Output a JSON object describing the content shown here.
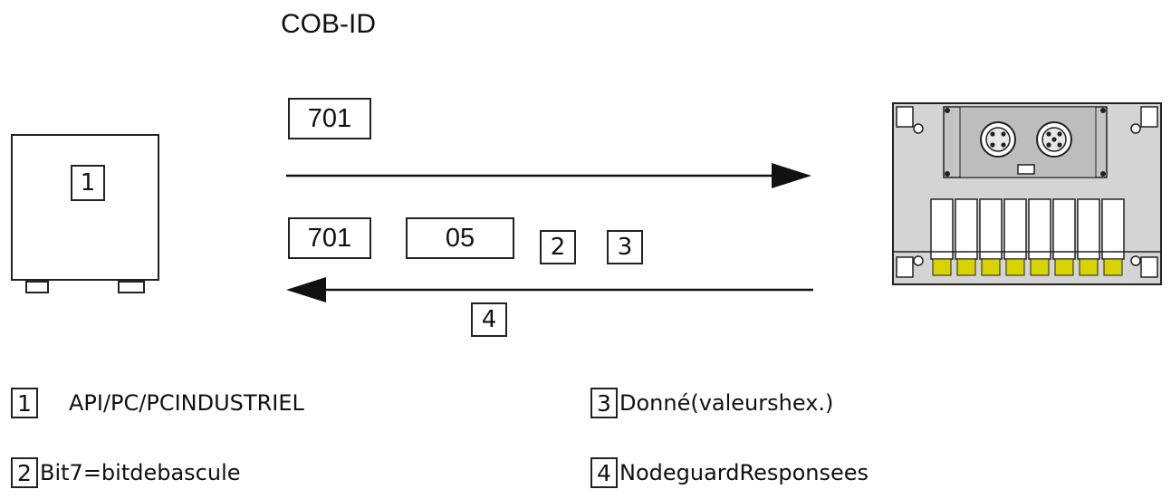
{
  "title": "COB-ID",
  "master": {
    "marker": "1"
  },
  "request": {
    "cob_id": "701"
  },
  "response": {
    "cob_id": "701",
    "data": "05",
    "marker_bit": "2",
    "marker_data": "3",
    "marker_arrow": "4"
  },
  "legend": [
    {
      "num": "1",
      "text": "API/PC/PCINDUSTRIEL"
    },
    {
      "num": "2",
      "text": "Bit7=bitdebascule"
    },
    {
      "num": "3",
      "text": "Donné(valeurshex.)"
    },
    {
      "num": "4",
      "text": "NodeguardResponsees"
    }
  ]
}
